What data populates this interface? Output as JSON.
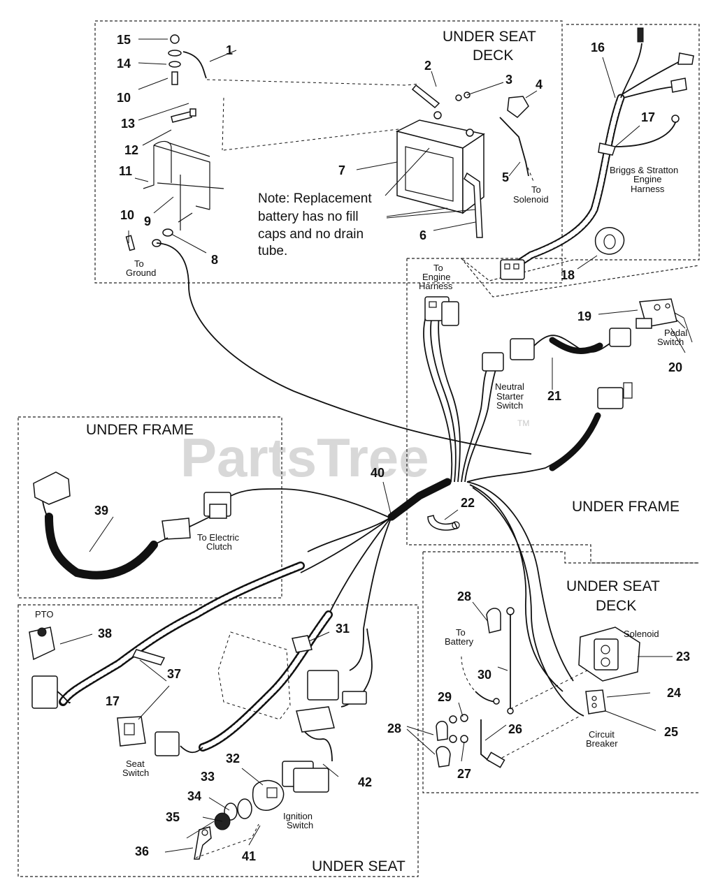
{
  "watermark": {
    "text": "PartsTree",
    "tm": "TM"
  },
  "sections": {
    "under_seat_deck_top": [
      "UNDER SEAT",
      "DECK"
    ],
    "under_frame_left": "UNDER FRAME",
    "under_frame_right": "UNDER FRAME",
    "under_seat_deck_right": [
      "UNDER SEAT",
      "DECK"
    ],
    "under_seat": "UNDER SEAT"
  },
  "note": [
    "Note: Replacement",
    "battery has no fill",
    "caps and no drain",
    "tube."
  ],
  "labels": {
    "to_ground": [
      "To",
      "Ground"
    ],
    "to_solenoid": [
      "To",
      "Solenoid"
    ],
    "engine_harness": [
      "Briggs & Stratton",
      "Engine",
      "Harness"
    ],
    "to_engine_harness": [
      "To",
      "Engine",
      "Harness"
    ],
    "pedal_switch": [
      "Pedal",
      "Switch"
    ],
    "neutral_starter_switch": [
      "Neutral",
      "Starter",
      "Switch"
    ],
    "to_electric_clutch": [
      "To Electric",
      "Clutch"
    ],
    "pto": "PTO",
    "seat_switch": [
      "Seat",
      "Switch"
    ],
    "ignition_switch": [
      "Ignition",
      "Switch"
    ],
    "to_battery": [
      "To",
      "Battery"
    ],
    "solenoid": "Solenoid",
    "circuit_breaker": [
      "Circuit",
      "Breaker"
    ]
  },
  "callouts": {
    "c15": "15",
    "c14": "14",
    "c1": "1",
    "c10a": "10",
    "c13": "13",
    "c12": "12",
    "c11": "11",
    "c9": "9",
    "c10b": "10",
    "c8": "8",
    "c2": "2",
    "c3": "3",
    "c4": "4",
    "c7": "7",
    "c5": "5",
    "c6": "6",
    "c16": "16",
    "c17a": "17",
    "c18": "18",
    "c19": "19",
    "c20": "20",
    "c21": "21",
    "c40": "40",
    "c39": "39",
    "c22": "22",
    "c28a": "28",
    "c31": "31",
    "c38": "38",
    "c37": "37",
    "c17b": "17",
    "c30": "30",
    "c23": "23",
    "c29": "29",
    "c24": "24",
    "c28b": "28",
    "c26": "26",
    "c25": "25",
    "c27": "27",
    "c32": "32",
    "c42": "42",
    "c33": "33",
    "c34": "34",
    "c35": "35",
    "c36": "36",
    "c41": "41"
  }
}
